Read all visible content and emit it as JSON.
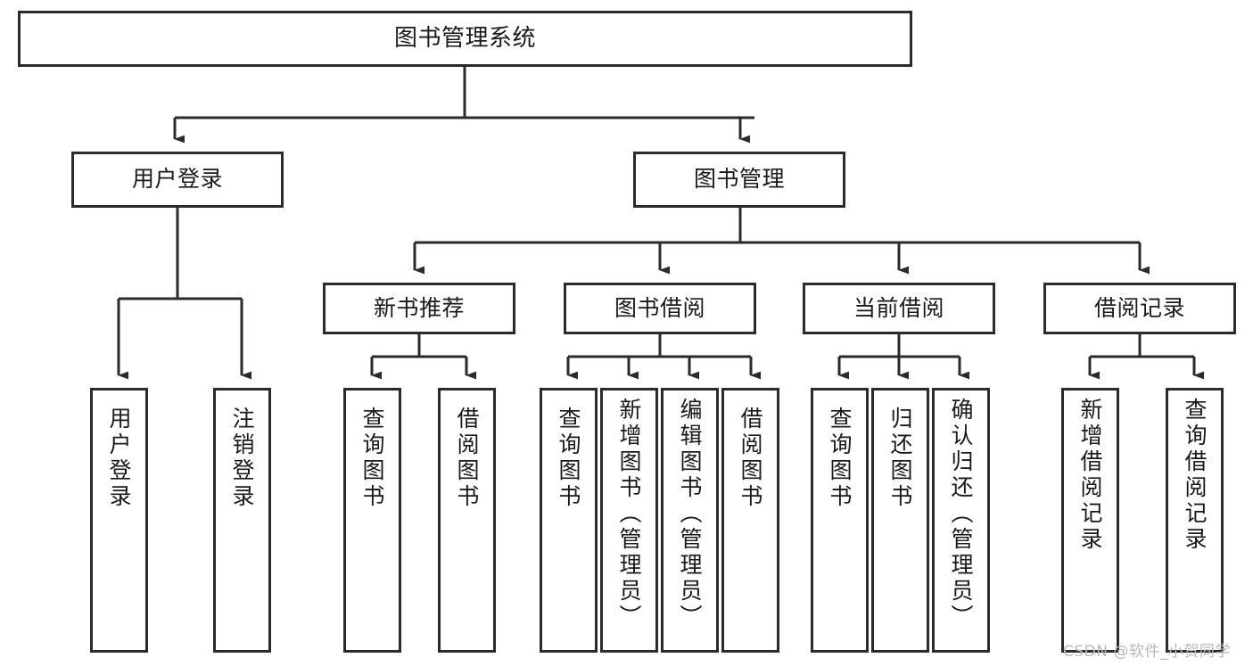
{
  "diagram": {
    "title": "图书管理系统",
    "type": "tree-hierarchy",
    "root": {
      "label": "图书管理系统"
    },
    "level1": [
      {
        "label": "用户登录"
      },
      {
        "label": "图书管理"
      }
    ],
    "level2": [
      {
        "label": "新书推荐"
      },
      {
        "label": "图书借阅"
      },
      {
        "label": "当前借阅"
      },
      {
        "label": "借阅记录"
      }
    ],
    "leaves": {
      "user_login": [
        {
          "label": "用户登录"
        },
        {
          "label": "注销登录"
        }
      ],
      "new_book_recommend": [
        {
          "label": "查询图书"
        },
        {
          "label": "借阅图书"
        }
      ],
      "book_borrow": [
        {
          "label": "查询图书"
        },
        {
          "label": "新增图书（管理员）"
        },
        {
          "label": "编辑图书（管理员）"
        },
        {
          "label": "借阅图书"
        }
      ],
      "current_borrow": [
        {
          "label": "查询图书"
        },
        {
          "label": "归还图书"
        },
        {
          "label": "确认归还（管理员）"
        }
      ],
      "borrow_record": [
        {
          "label": "新增借阅记录"
        },
        {
          "label": "查询借阅记录"
        }
      ]
    }
  },
  "watermark": {
    "text": "CSDN @软件_小贺同学"
  },
  "colors": {
    "stroke": "#2b2b2b",
    "fill": "#ffffff",
    "text": "#1a1a1a",
    "watermark": "#b9b9b9"
  }
}
